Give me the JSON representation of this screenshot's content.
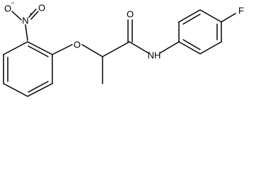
{
  "molecule": {
    "atoms": {
      "nitro_o_left": "O",
      "nitro_o_left_charge": "−",
      "nitro_n": "N",
      "nitro_n_charge": "+",
      "nitro_o_right": "O",
      "ether_o": "O",
      "carbonyl_o": "O",
      "amide_n": "NH",
      "fluorine": "F"
    }
  }
}
